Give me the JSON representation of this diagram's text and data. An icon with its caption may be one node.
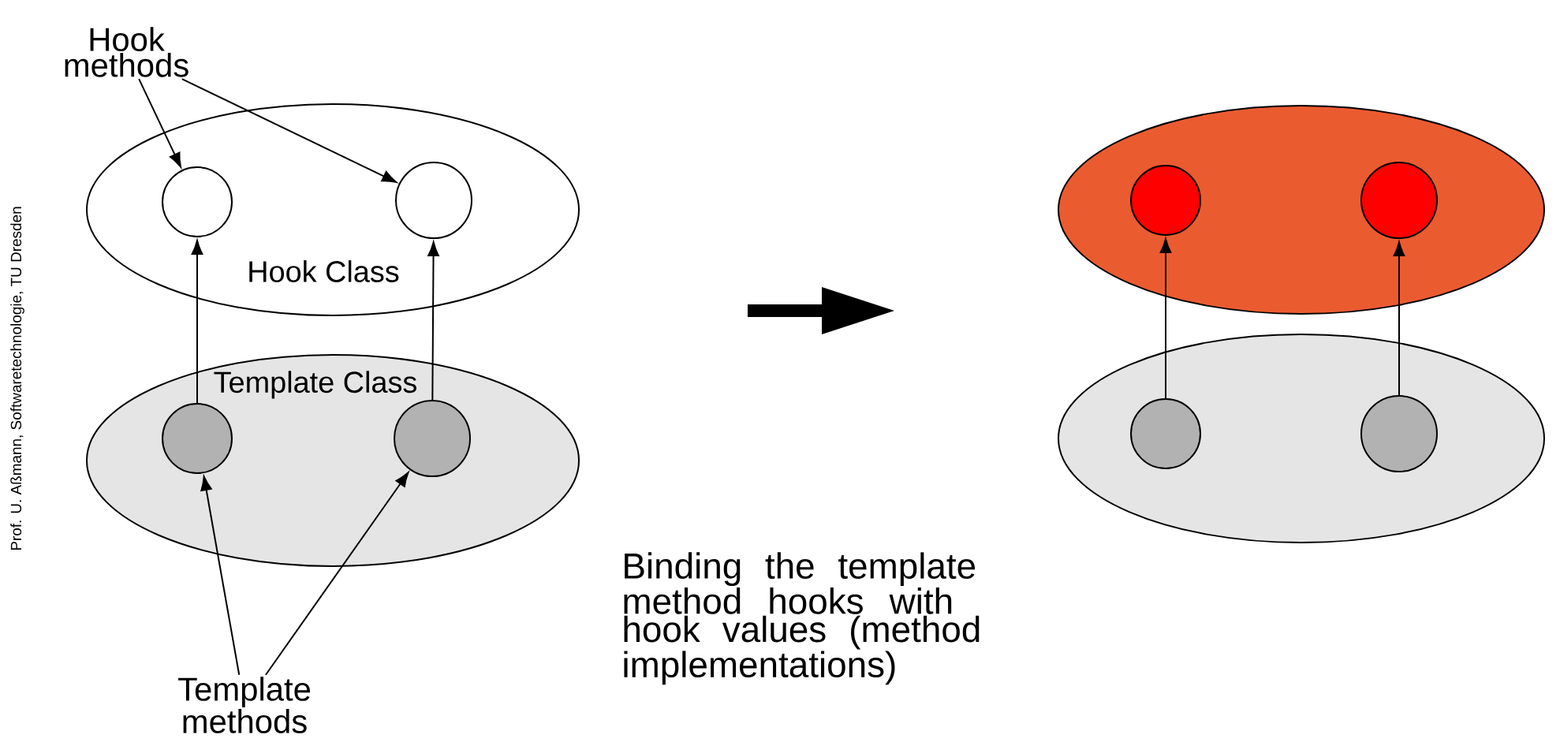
{
  "diagram": {
    "nodes": [
      {
        "text": [
          "Hook Class"
        ]
      },
      {
        "text": [],
        "shape": "circle",
        "in": 0
      },
      {
        "text": [],
        "shape": "circle",
        "in": 0
      },
      {
        "text": [
          "Template Class"
        ]
      },
      {
        "text": [],
        "shape": "circle",
        "in": 3
      },
      {
        "text": [],
        "shape": "circle",
        "in": 3
      },
      {
        "text": [
          "Hook methods"
        ]
      },
      {
        "text": [
          "Template methods"
        ]
      },
      {
        "text": [],
        "shape": "ellipse"
      },
      {
        "text": [],
        "shape": "circle",
        "in": 8
      },
      {
        "text": [],
        "shape": "circle",
        "in": 8
      },
      {
        "text": [],
        "shape": "ellipse"
      },
      {
        "text": [],
        "shape": "circle",
        "in": 11
      },
      {
        "text": [],
        "shape": "circle",
        "in": 11
      }
    ],
    "edges": [
      {
        "from": 6,
        "to": 1,
        "arrow": "to"
      },
      {
        "from": 6,
        "to": 2,
        "arrow": "to"
      },
      {
        "from": 4,
        "to": 1,
        "arrow": "to"
      },
      {
        "from": 5,
        "to": 2,
        "arrow": "to"
      },
      {
        "from": 7,
        "to": 4,
        "arrow": "to"
      },
      {
        "from": 7,
        "to": 5,
        "arrow": "to"
      },
      {
        "from": 12,
        "to": 9,
        "arrow": "to"
      },
      {
        "from": 13,
        "to": 10,
        "arrow": "to"
      }
    ],
    "labels": [
      "Prof. U. Aßmann, Softwaretechnologie, TU Dresden",
      "Binding the template method hooks with hook values (method implementations)"
    ]
  }
}
